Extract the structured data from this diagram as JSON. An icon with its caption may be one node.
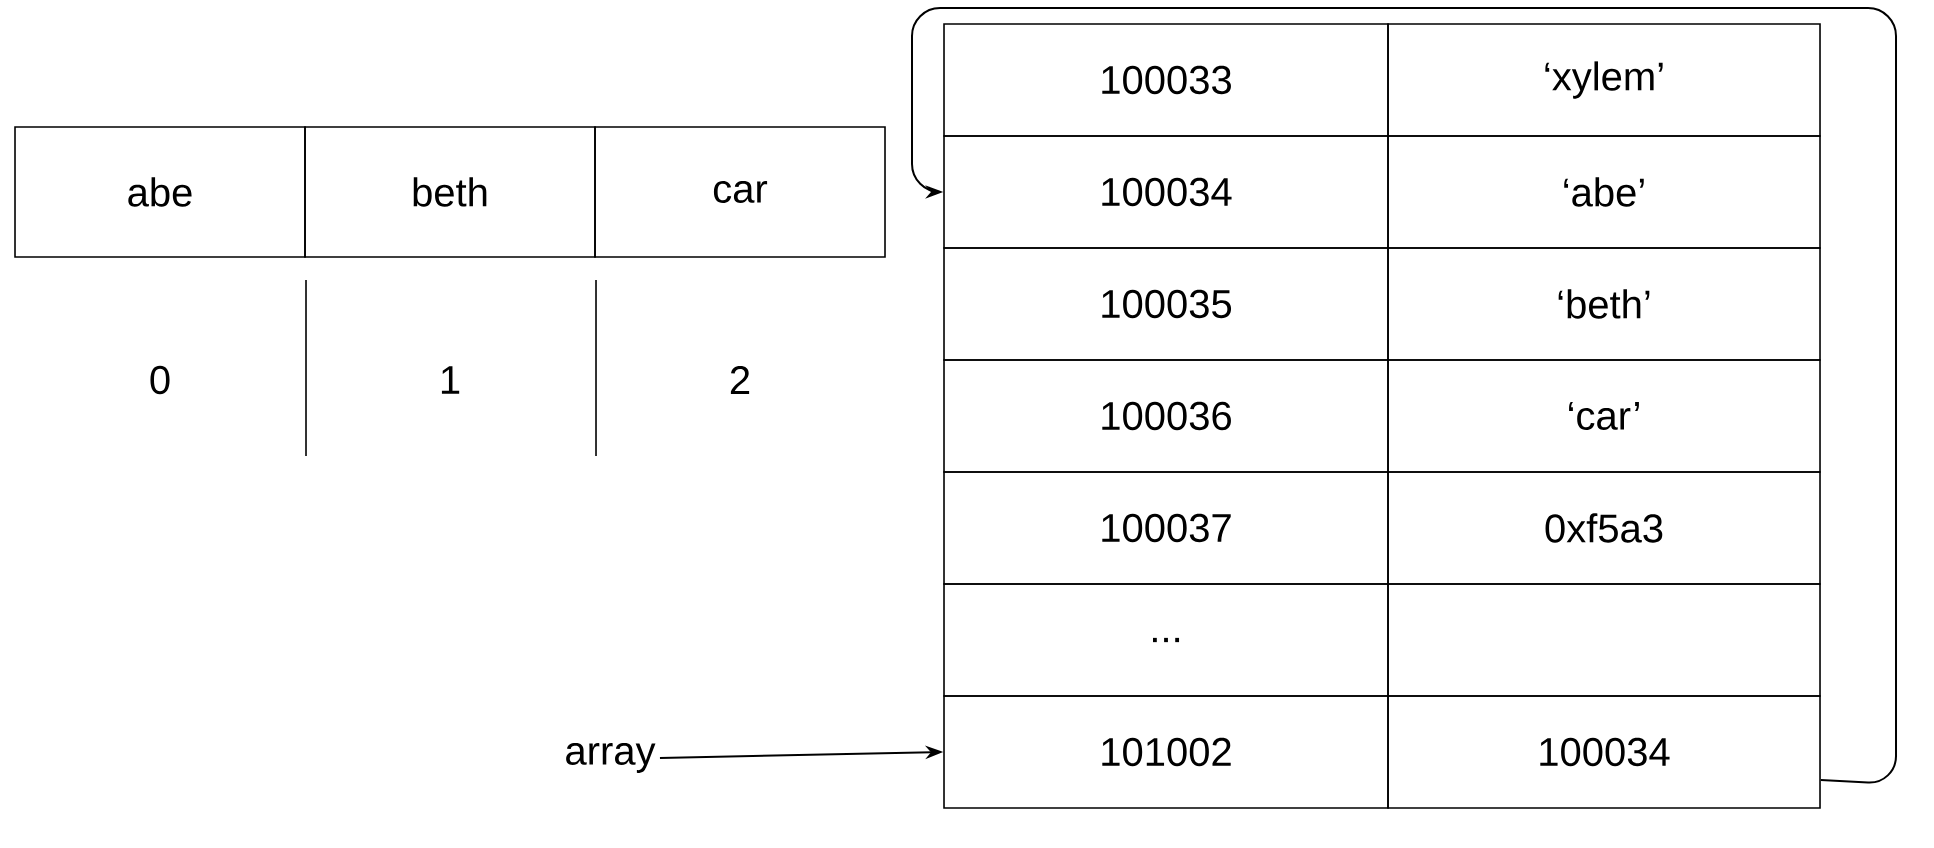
{
  "diagram": {
    "nodes": [
      {
        "text": [
          "abe"
        ]
      },
      {
        "text": [
          "beth"
        ]
      },
      {
        "text": [
          "car"
        ]
      },
      {
        "text": [
          "100033"
        ]
      },
      {
        "text": [
          "‘xylem’"
        ]
      },
      {
        "text": [
          "100034"
        ]
      },
      {
        "text": [
          "‘abe’"
        ]
      },
      {
        "text": [
          "100035"
        ]
      },
      {
        "text": [
          "‘beth’"
        ]
      },
      {
        "text": [
          "100036"
        ]
      },
      {
        "text": [
          "‘car’"
        ]
      },
      {
        "text": [
          "100037"
        ]
      },
      {
        "text": [
          "0xf5a3"
        ]
      },
      {
        "text": [
          "..."
        ]
      },
      {
        "text": [],
        "shape": "box"
      },
      {
        "text": [
          "101002"
        ]
      },
      {
        "text": [
          "100034"
        ]
      },
      {
        "text": [
          "array"
        ]
      }
    ],
    "edges": [
      {
        "from": 17,
        "to": 15,
        "arrow": "to"
      },
      {
        "from": 16,
        "to": 5,
        "arrow": "to"
      }
    ],
    "labels": [
      "0",
      "1",
      "2"
    ]
  }
}
